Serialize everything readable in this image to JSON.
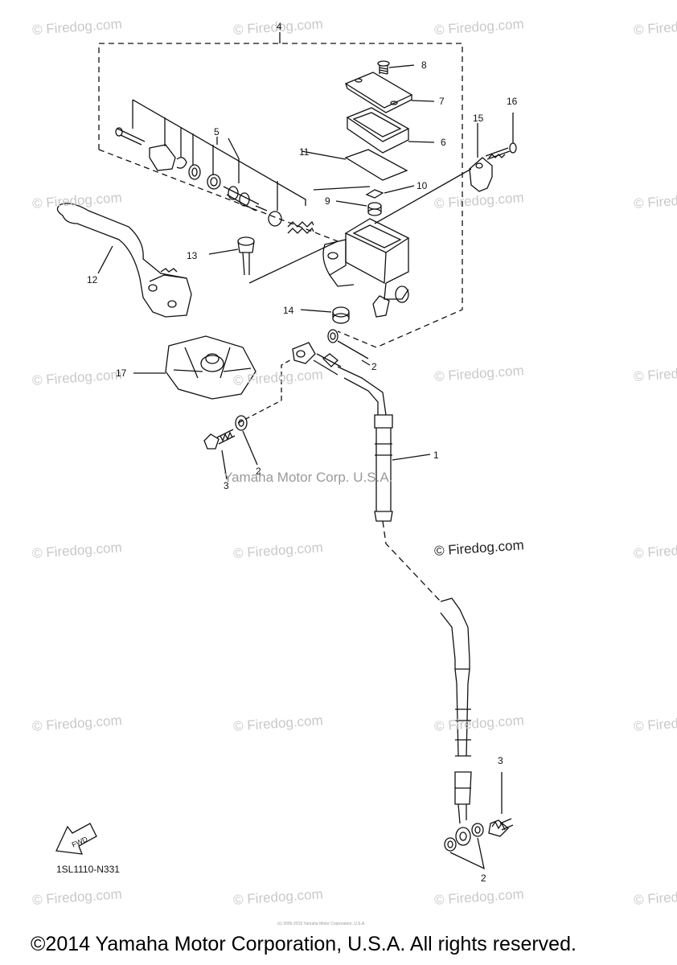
{
  "watermark_text": "© Firedog.com",
  "watermark_prominent": "© Firedog.com",
  "manufacturer_watermark": "Yamaha Motor Corp. U.S.A.",
  "diagram_code": "1SL1110-N331",
  "fwd_label": "FWD",
  "tiny_notice": "(c) 2005-2015 Yamaha Motor Corporation, U.S.A.",
  "copyright": "©2014 Yamaha Motor Corporation, U.S.A. All rights reserved.",
  "part_numbers": {
    "p1": "1",
    "p2a": "2",
    "p2b": "2",
    "p2c": "2",
    "p3a": "3",
    "p3b": "3",
    "p4": "4",
    "p5": "5",
    "p6": "6",
    "p7": "7",
    "p8": "8",
    "p9": "9",
    "p10": "10",
    "p11": "11",
    "p12": "12",
    "p13": "13",
    "p14": "14",
    "p15": "15",
    "p16": "16",
    "p17": "17"
  },
  "colors": {
    "line": "#111111",
    "watermark": "#c9c9c9",
    "fill": "#ffffff"
  }
}
